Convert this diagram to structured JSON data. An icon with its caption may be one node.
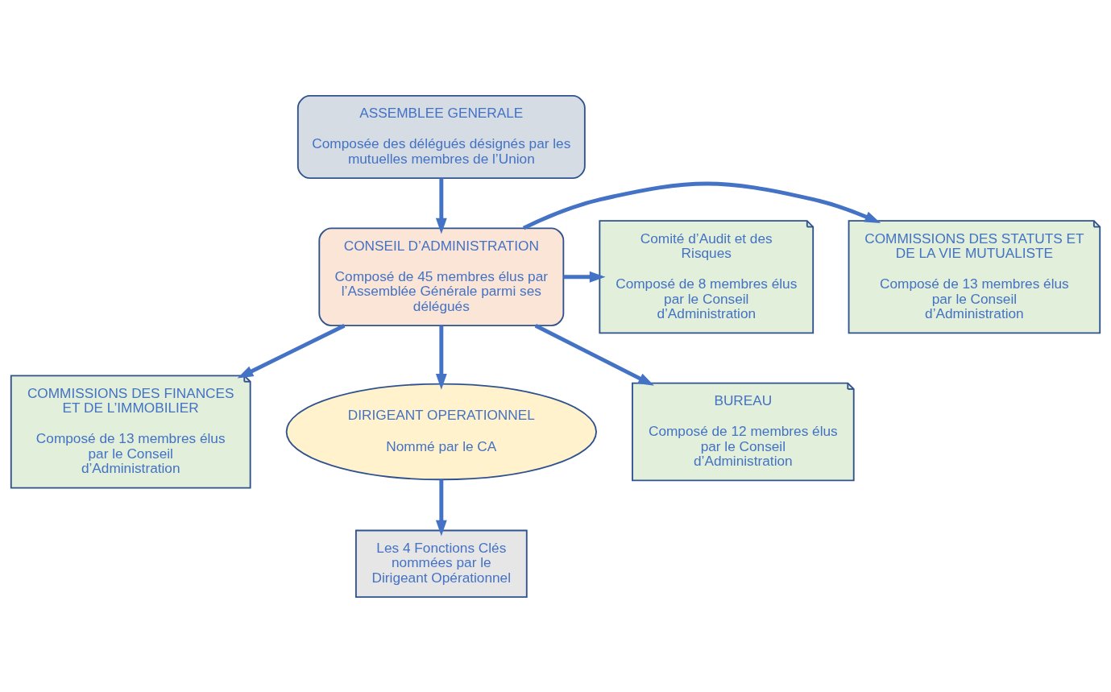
{
  "diagram": {
    "nodes": [
      {
        "text": [
          "ASSEMBLEE GENERALE",
          "Composée des délégués désignés par les mutuelles membres de l’Union"
        ]
      },
      {
        "text": [
          "CONSEIL D’ADMINISTRATION",
          "Composé de 45 membres élus par l’Assemblée Générale parmi ses délégués"
        ]
      },
      {
        "text": [
          "COMMISSIONS DES STATUTS ET DE LA VIE MUTUALISTE",
          "Composé de 13 membres élus par le Conseil d’Administration"
        ]
      },
      {
        "text": [
          "Comité d’Audit et des Risques",
          "Composé de 8 membres élus par le Conseil d’Administration"
        ]
      },
      {
        "text": [
          "COMMISSIONS DES FINANCES ET DE L’IMMOBILIER",
          "Composé de 13 membres élus par le Conseil d’Administration"
        ]
      },
      {
        "text": [
          "DIRIGEANT OPERATIONNEL",
          "Nommé par le CA"
        ]
      },
      {
        "text": [
          "BUREAU",
          "Composé de 12 membres élus par le Conseil d’Administration"
        ]
      },
      {
        "text": [
          "Les 4 Fonctions Clés nommées par le Dirigeant Opérationnel"
        ]
      }
    ],
    "edges": [
      {
        "from": 0,
        "to": 1,
        "arrow": "to"
      },
      {
        "from": 1,
        "to": 2,
        "arrow": "to"
      },
      {
        "from": 1,
        "to": 3,
        "arrow": "to"
      },
      {
        "from": 1,
        "to": 6,
        "arrow": "to"
      },
      {
        "from": 1,
        "to": 4,
        "arrow": "to"
      },
      {
        "from": 1,
        "to": 5,
        "arrow": "to"
      },
      {
        "from": 5,
        "to": 7,
        "arrow": "to"
      }
    ]
  }
}
